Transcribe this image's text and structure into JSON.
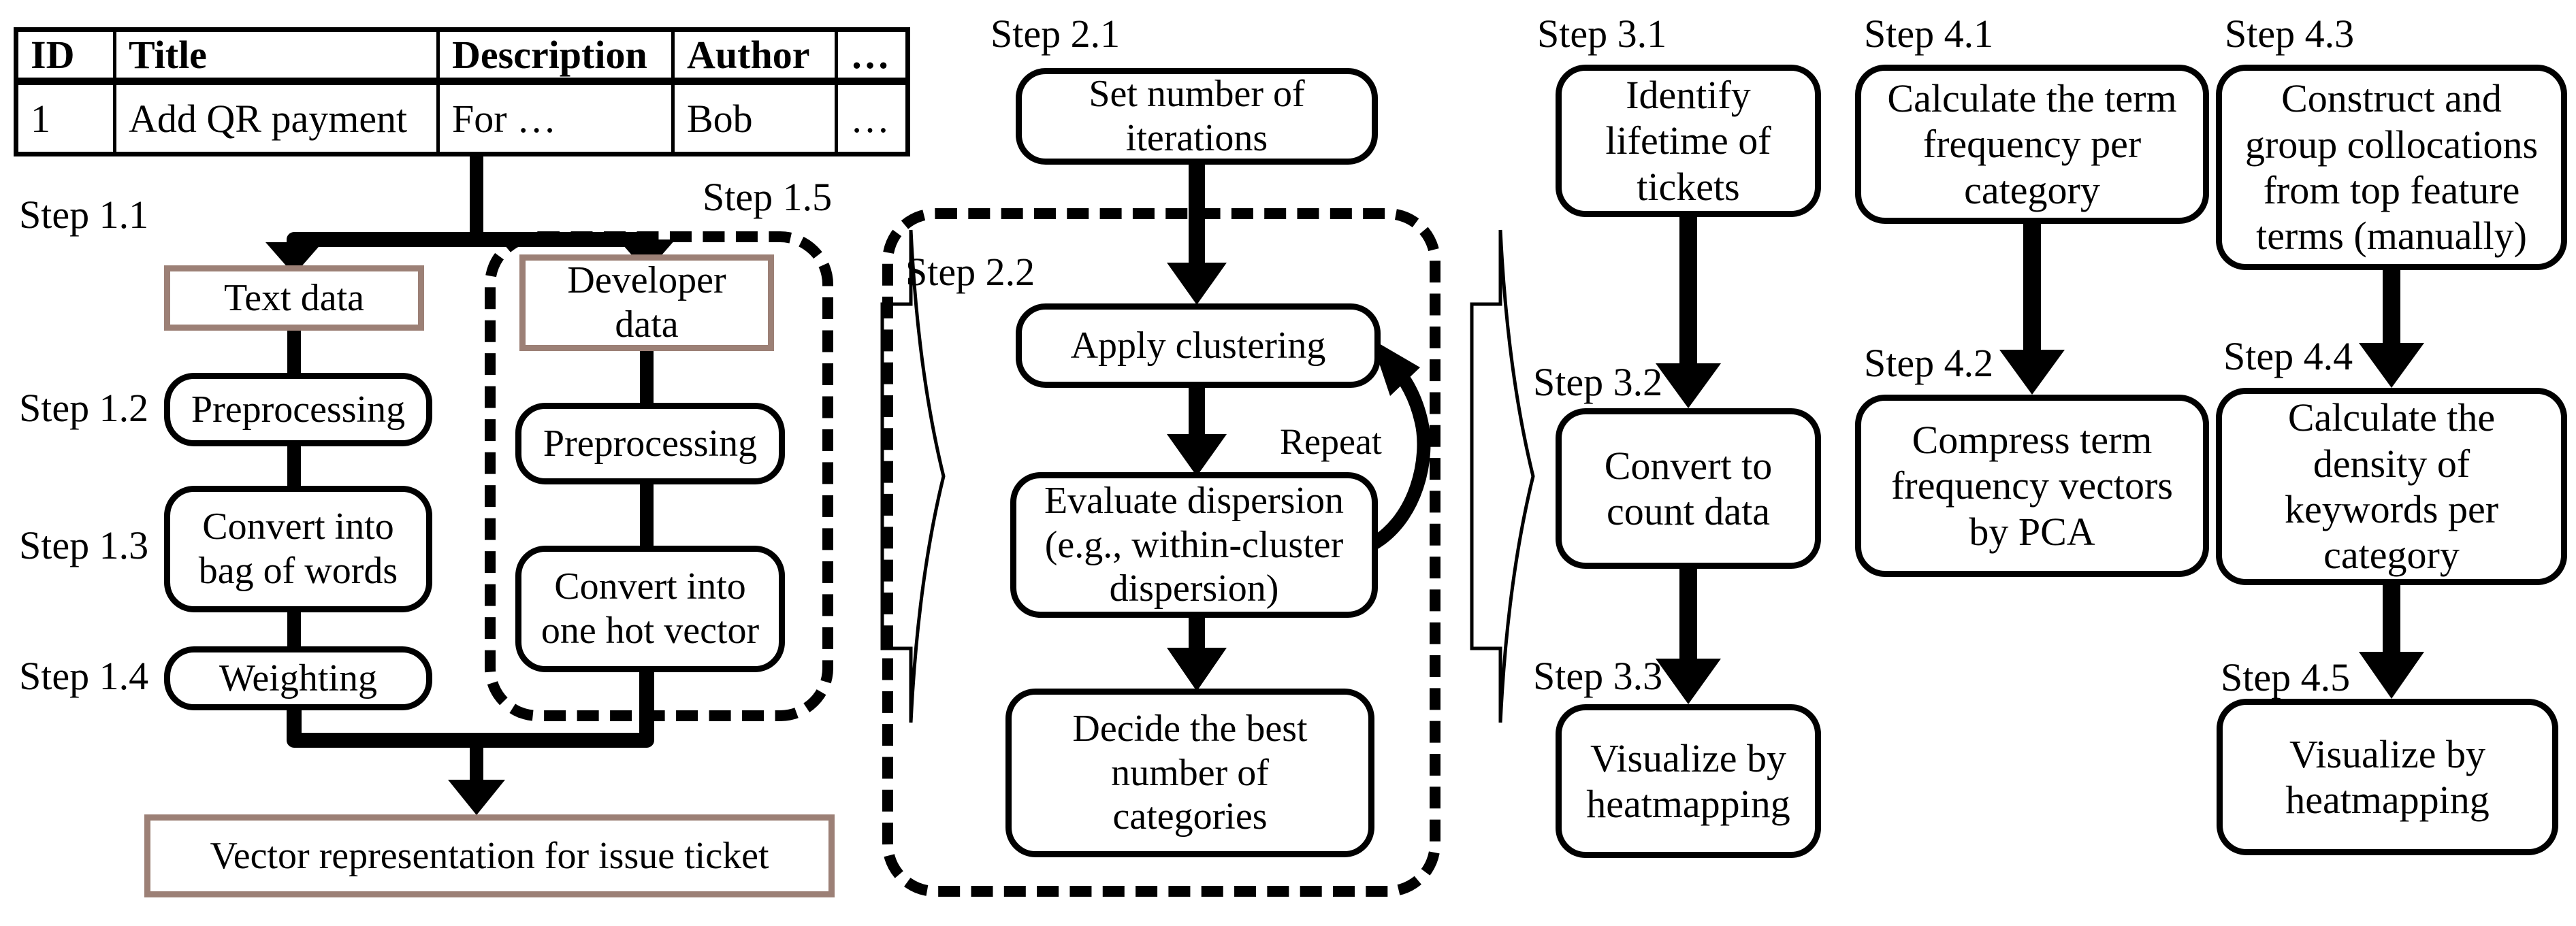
{
  "table": {
    "headers": [
      "ID",
      "Title",
      "Description",
      "Author",
      "…"
    ],
    "row": [
      "1",
      "Add QR payment",
      "For …",
      "Bob",
      "…"
    ]
  },
  "steps": {
    "s1_1": "Step 1.1",
    "s1_2": "Step 1.2",
    "s1_3": "Step 1.3",
    "s1_4": "Step 1.4",
    "s1_5": "Step 1.5",
    "s2_1": "Step 2.1",
    "s2_2": "Step 2.2",
    "s3_1": "Step 3.1",
    "s3_2": "Step 3.2",
    "s3_3": "Step 3.3",
    "s4_1": "Step 4.1",
    "s4_2": "Step 4.2",
    "s4_3": "Step 4.3",
    "s4_4": "Step 4.4",
    "s4_5": "Step 4.5"
  },
  "boxes": {
    "text_data": [
      "Text data"
    ],
    "developer_data": [
      "Developer",
      "data"
    ],
    "preprocessing_text": [
      "Preprocessing"
    ],
    "bag_of_words": [
      "Convert into",
      "bag of words"
    ],
    "weighting": [
      "Weighting"
    ],
    "preprocessing_dev": [
      "Preprocessing"
    ],
    "one_hot": [
      "Convert into",
      "one hot vector"
    ],
    "vector_representation": [
      "Vector representation for issue ticket"
    ],
    "set_iterations": [
      "Set number of",
      "iterations"
    ],
    "apply_clustering": [
      "Apply clustering"
    ],
    "evaluate_dispersion": [
      "Evaluate dispersion",
      "(e.g., within-cluster",
      "dispersion)"
    ],
    "decide_categories": [
      "Decide the best",
      "number of",
      "categories"
    ],
    "identify_lifetime": [
      "Identify",
      "lifetime of",
      "tickets"
    ],
    "convert_count": [
      "Convert to",
      "count data"
    ],
    "visualize_heatmap_3": [
      "Visualize by",
      "heatmapping"
    ],
    "term_frequency": [
      "Calculate the term",
      "frequency per",
      "category"
    ],
    "compress_pca": [
      "Compress term",
      "frequency vectors",
      "by PCA"
    ],
    "collocations": [
      "Construct and",
      "group collocations",
      "from top feature",
      "terms (manually)"
    ],
    "keyword_density": [
      "Calculate the",
      "density of",
      "keywords per",
      "category"
    ],
    "visualize_heatmap_4": [
      "Visualize by",
      "heatmapping"
    ]
  },
  "annotations": {
    "repeat": "Repeat"
  },
  "colors": {
    "accent_border": "#9c8076",
    "line": "#000000"
  }
}
